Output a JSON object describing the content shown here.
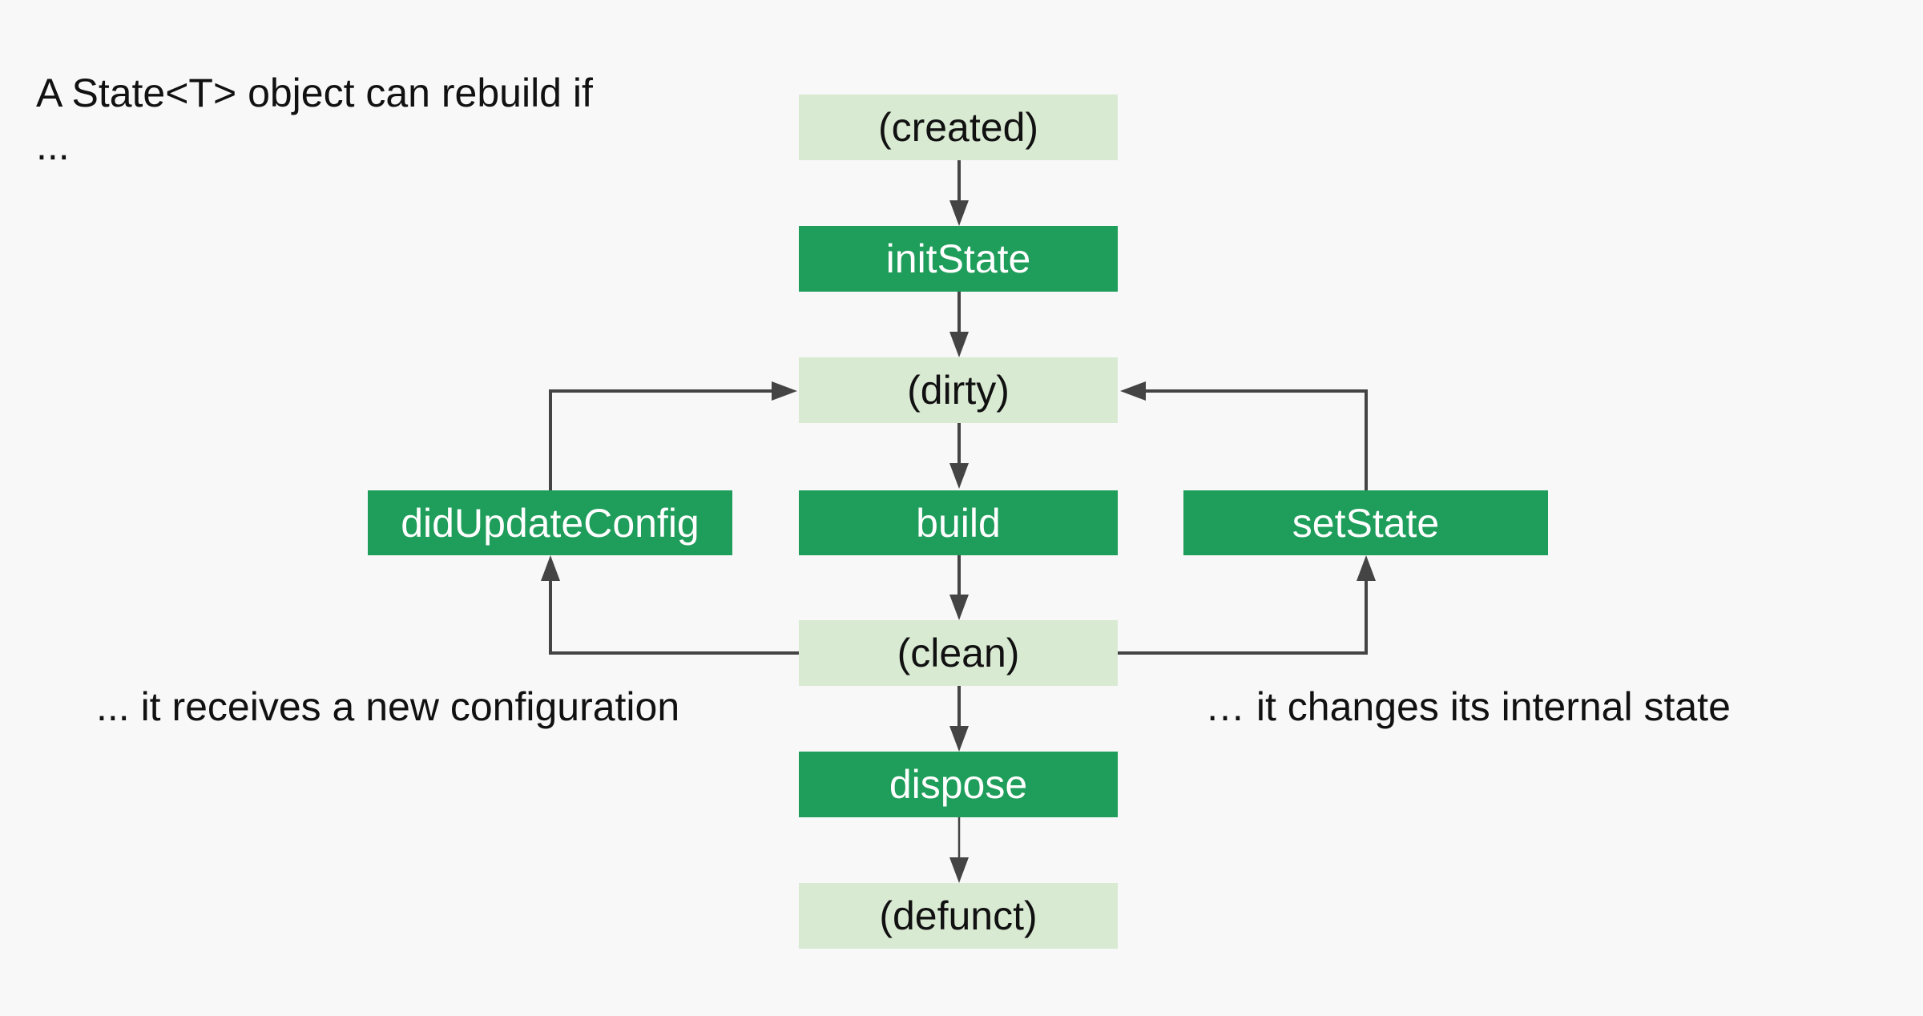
{
  "intro_line1": "A State<T> object can rebuild if",
  "intro_line2": "...",
  "nodes": {
    "created": "(created)",
    "initState": "initState",
    "dirty": "(dirty)",
    "build": "build",
    "clean": "(clean)",
    "dispose": "dispose",
    "defunct": "(defunct)",
    "didUpdateConfig": "didUpdateConfig",
    "setState": "setState"
  },
  "annotations": {
    "left": "... it receives a new configuration",
    "right": "… it changes its internal state"
  },
  "colors": {
    "background": "#f8f8f8",
    "state_fill": "#d9ead3",
    "method_fill": "#1f9d5a",
    "arrow": "#444444"
  }
}
